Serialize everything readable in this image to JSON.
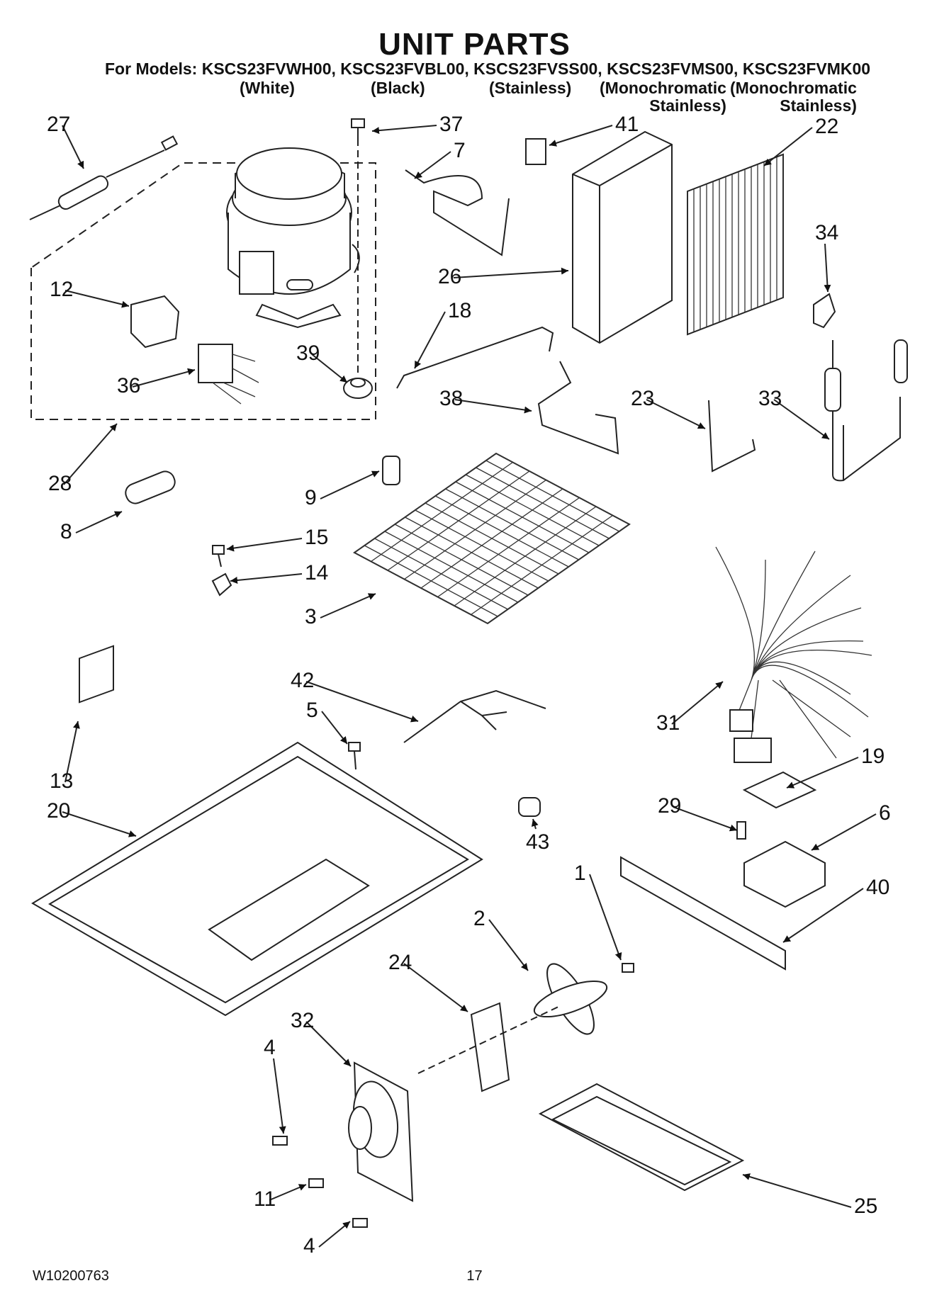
{
  "header": {
    "title": "UNIT PARTS",
    "models_line": "For Models: KSCS23FVWH00, KSCS23FVBL00, KSCS23FVSS00, KSCS23FVMS00, KSCS23FVMK00",
    "variants": [
      "(White)",
      "(Black)",
      "(Stainless)",
      "(Monochromatic\nStainless)",
      "(Monochromatic\nStainless)"
    ]
  },
  "footer": {
    "doc_number": "W10200763",
    "page_number": "17"
  },
  "callouts": [
    "27",
    "37",
    "7",
    "41",
    "22",
    "12",
    "26",
    "34",
    "18",
    "39",
    "36",
    "38",
    "23",
    "33",
    "28",
    "9",
    "8",
    "15",
    "14",
    "3",
    "42",
    "5",
    "31",
    "13",
    "19",
    "20",
    "29",
    "6",
    "43",
    "1",
    "40",
    "2",
    "24",
    "32",
    "4",
    "11",
    "4",
    "25"
  ]
}
